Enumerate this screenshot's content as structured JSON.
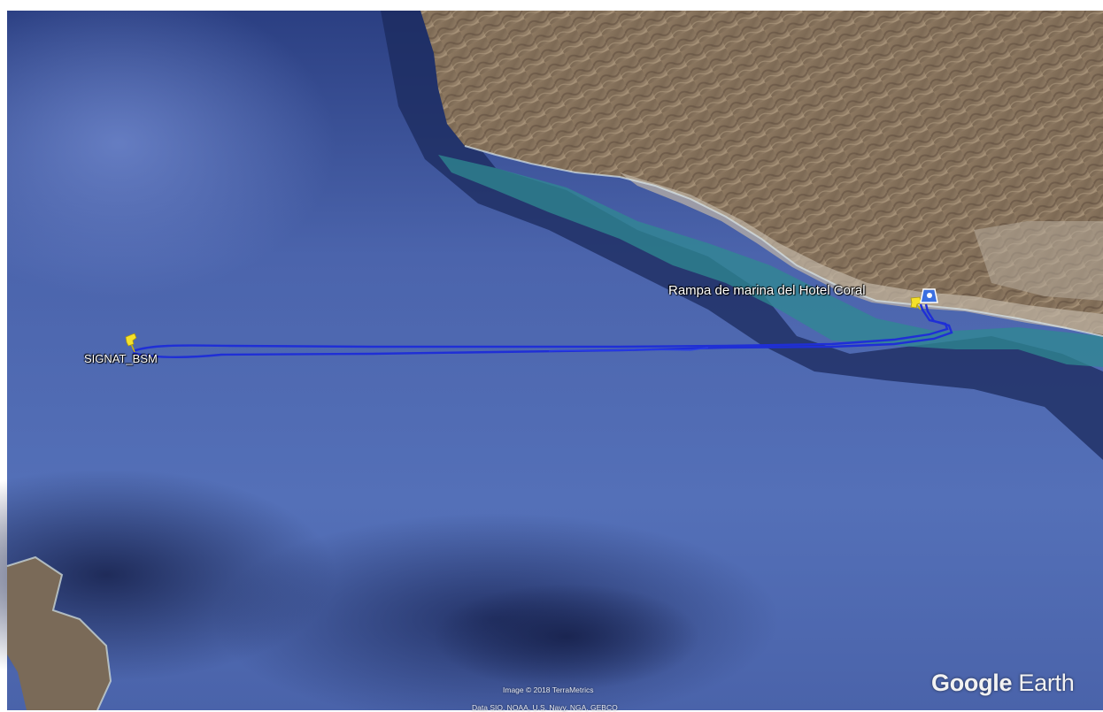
{
  "map": {
    "attribution_image": "Image © 2018 TerraMetrics",
    "attribution_data": "Data SIO, NOAA, U.S. Navy, NGA, GEBCO",
    "brand": {
      "part1": "Google",
      "part2": " Earth"
    }
  },
  "placemarks": [
    {
      "name": "SIGNAT_BSM",
      "icon": "yellow-pushpin-icon"
    },
    {
      "name": "Rampa de marina del Hotel Coral",
      "icon": "yellow-pushpin-icon"
    }
  ],
  "markers": {
    "secondary_icon": "blue-boat-ramp-icon"
  },
  "track": {
    "color": "#1f2fd6",
    "description_icon": "blue-gps-track"
  },
  "colors": {
    "ocean": "#4a62a8",
    "deep_ocean": "#1e2c5e",
    "land": "#8a7560",
    "shallow": "#2c8a8a",
    "pushpin": "#f5e12a"
  }
}
